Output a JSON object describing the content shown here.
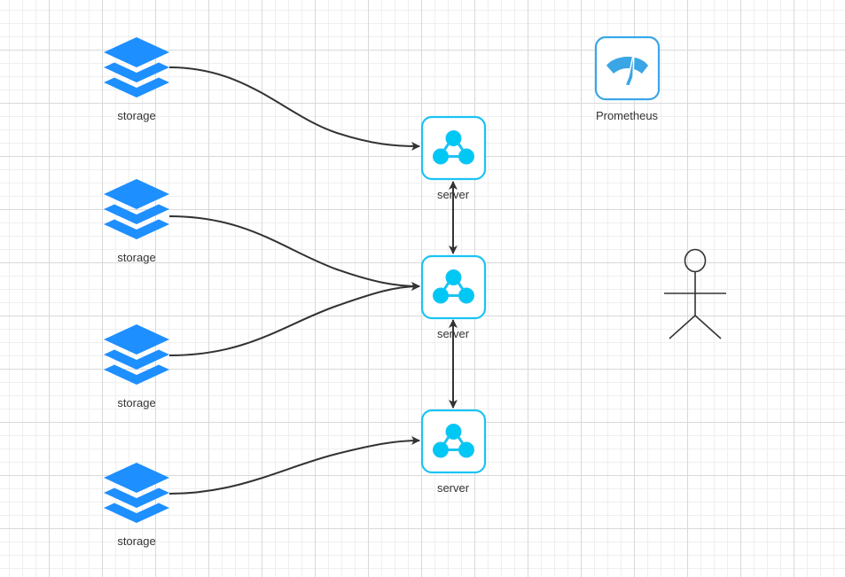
{
  "colors": {
    "storage_fill": "#1e8fff",
    "server_stroke": "#1cc3f3",
    "server_fill": "#00c8f4",
    "prometheus_stroke": "#3aa6e6",
    "prometheus_fill": "#3aa6e6",
    "edge": "#333333",
    "actor": "#333333",
    "grid_major": "#d9d9d9",
    "grid_minor": "#efefef"
  },
  "nodes": {
    "storage_1": {
      "label": "storage",
      "icon": "storage-stack-icon"
    },
    "storage_2": {
      "label": "storage",
      "icon": "storage-stack-icon"
    },
    "storage_3": {
      "label": "storage",
      "icon": "storage-stack-icon"
    },
    "storage_4": {
      "label": "storage",
      "icon": "storage-stack-icon"
    },
    "server_1": {
      "label": "server",
      "icon": "cluster-icon"
    },
    "server_2": {
      "label": "server",
      "icon": "cluster-icon"
    },
    "server_3": {
      "label": "server",
      "icon": "cluster-icon"
    },
    "prometheus": {
      "label": "Prometheus",
      "icon": "prometheus-gauge-icon"
    },
    "actor": {
      "label": "",
      "icon": "stick-figure-icon"
    }
  },
  "edges": [
    {
      "from": "storage_1",
      "to": "server_1",
      "direction": "forward"
    },
    {
      "from": "storage_2",
      "to": "server_2",
      "direction": "forward"
    },
    {
      "from": "storage_3",
      "to": "server_2",
      "direction": "forward"
    },
    {
      "from": "storage_4",
      "to": "server_3",
      "direction": "forward"
    },
    {
      "from": "server_1",
      "to": "server_2",
      "direction": "both"
    },
    {
      "from": "server_2",
      "to": "server_3",
      "direction": "both"
    }
  ]
}
